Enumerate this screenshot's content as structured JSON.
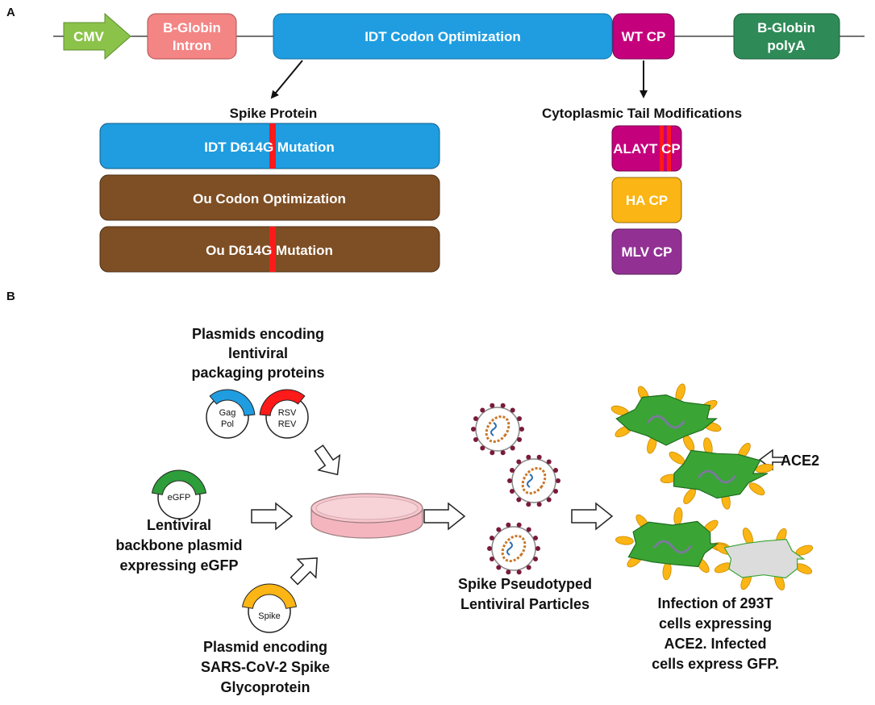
{
  "panel_a": {
    "label": "A",
    "construct": {
      "promoter": "CMV",
      "intron_line1": "B-Globin",
      "intron_line2": "Intron",
      "optimization": "IDT Codon Optimization",
      "tail": "WT CP",
      "polya_line1": "B-Globin",
      "polya_line2": "polyA"
    },
    "spike_heading": "Spike Protein",
    "spike_variants": [
      {
        "label": "IDT D614G Mutation",
        "color": "#1f9de0",
        "has_mutation": true
      },
      {
        "label": "Ou Codon Optimization",
        "color": "#7e4e24",
        "has_mutation": false
      },
      {
        "label": "Ou D614G Mutation",
        "color": "#7e4e24",
        "has_mutation": true
      }
    ],
    "tail_heading": "Cytoplasmic Tail Modifications",
    "tail_variants": [
      {
        "label": "ALAYT CP",
        "color": "#c4007c"
      },
      {
        "label": "HA CP",
        "color": "#fbb514"
      },
      {
        "label": "MLV CP",
        "color": "#923193"
      }
    ]
  },
  "panel_b": {
    "label": "B",
    "packaging_caption": [
      "Plasmids encoding",
      "lentiviral",
      "packaging proteins"
    ],
    "gag_plasmid": [
      "Gag",
      "Pol"
    ],
    "rsv_plasmid": [
      "RSV",
      "REV"
    ],
    "egfp_plasmid": "eGFP",
    "backbone_caption": [
      "Lentiviral",
      "backbone plasmid",
      "expressing eGFP"
    ],
    "spike_plasmid": "Spike",
    "spike_caption": [
      "Plasmid encoding",
      "SARS-CoV-2 Spike",
      "Glycoprotein"
    ],
    "particles_caption": [
      "Spike Pseudotyped",
      "Lentiviral Particles"
    ],
    "ace2_label": "ACE2",
    "infection_caption": [
      "Infection of 293T",
      "cells expressing",
      "ACE2. Infected",
      "cells express GFP."
    ]
  },
  "colors": {
    "cmv": "#8bc34a",
    "intron": "#f48585",
    "idt_blue": "#1f9de0",
    "wt_cp": "#c4007c",
    "polya": "#2e8b57",
    "ou_brown": "#7e4e24",
    "mutation_red": "#ff1a1a",
    "egfp_green": "#2e9e3a",
    "spike_yellow": "#fbb514",
    "dish_pink": "#f4b5be",
    "cell_green": "#3aa535"
  }
}
